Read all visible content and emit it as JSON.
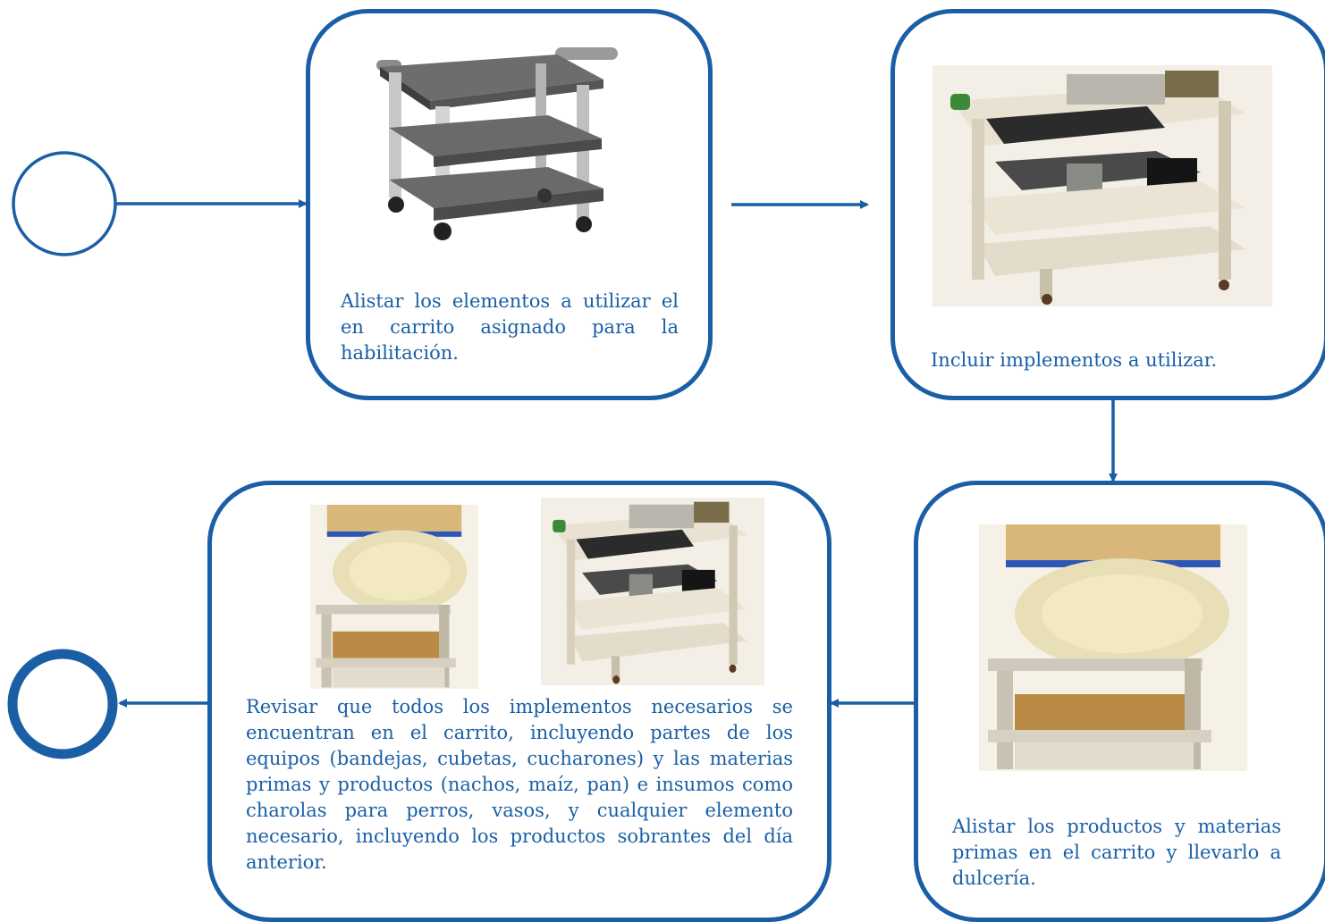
{
  "colors": {
    "accent": "#1a5fa6"
  },
  "steps": [
    {
      "id": "step-1",
      "text": "Alistar los elementos a utilizar el en carrito asignado para la habilitación.",
      "image": "empty-serving-cart"
    },
    {
      "id": "step-2",
      "text": "Incluir implementos a utilizar.",
      "image": "cart-with-equipment"
    },
    {
      "id": "step-3",
      "text": "Alistar los productos y materias primas en el carrito y llevarlo a dulcería.",
      "image": "cart-with-products"
    },
    {
      "id": "step-4",
      "text": "Revisar que todos los implementos necesarios se encuentran en el carrito, incluyendo partes de los equipos (bandejas, cubetas, cucharones) y las materias primas y productos (nachos, maíz, pan) e insumos como charolas para perros, vasos, y cualquier elemento necesario, incluyendo los productos sobrantes del día anterior.",
      "images": [
        "cart-with-products",
        "cart-with-equipment"
      ]
    }
  ],
  "start_node": "start-circle",
  "end_node": "end-circle"
}
